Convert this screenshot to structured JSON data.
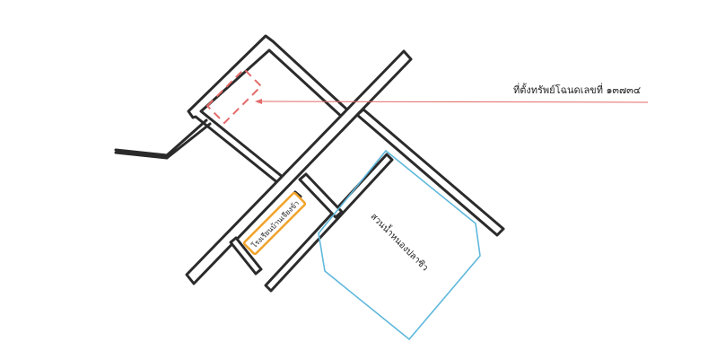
{
  "map": {
    "pointer_label": "ที่ตั้งทรัพย์โฉนดเลขที่ ๑๓๗๓๔",
    "school_label": "โรงเรียนบ้านเจียงข้า",
    "pond_label": "สวนน้ำหนองปลาซิว",
    "colors": {
      "road_outline": "#2b2b2b",
      "property_outline": "#e46a6a",
      "pointer_line": "#e46a6a",
      "school_outline": "#f0a32a",
      "pond_outline": "#5fb8dc"
    }
  }
}
